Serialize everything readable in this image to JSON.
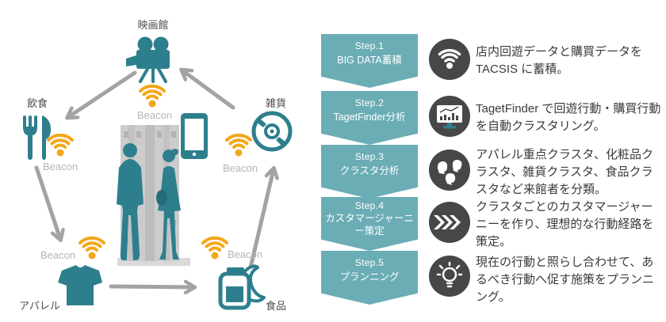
{
  "colors": {
    "teal_icon": "#2e7f8e",
    "banner_teal": "#6badb5",
    "beacon_orange": "#f3a71b",
    "icon_circle_dark": "#474747",
    "arrow_gray": "#a3a3a3",
    "beacon_text_gray": "#b5b5b5"
  },
  "diagram": {
    "nodes": [
      {
        "id": "cinema",
        "label": "映画館",
        "icon": "movie-camera-icon"
      },
      {
        "id": "dining",
        "label": "飲食",
        "icon": "fork-knife-icon"
      },
      {
        "id": "goods",
        "label": "雑貨",
        "icon": "cd-icon"
      },
      {
        "id": "apparel",
        "label": "アパレル",
        "icon": "tshirt-icon"
      },
      {
        "id": "food",
        "label": "食品",
        "icon": "jar-croissant-icon"
      }
    ],
    "beacons": [
      {
        "label": "Beacon"
      },
      {
        "label": "Beacon"
      },
      {
        "label": "Beacon"
      },
      {
        "label": "Beacon"
      },
      {
        "label": "Beacon"
      }
    ]
  },
  "steps": [
    {
      "step": "Step.1",
      "title": "BIG DATA蓄積",
      "icon": "wifi-icon",
      "desc": "店内回遊データと購買データを TACSIS に蓄積。"
    },
    {
      "step": "Step.2",
      "title": "TagetFinder分析",
      "icon": "monitor-chart-icon",
      "desc": "TagetFinder で回遊行動・購買行動を自動クラスタリング。"
    },
    {
      "step": "Step.3",
      "title": "クラスタ分析",
      "icon": "people-cluster-icon",
      "desc": "アパレル重点クラスタ、化粧品クラスタ、雑貨クラスタ、食品クラスタなど来館者を分類。"
    },
    {
      "step": "Step.4",
      "title": "カスタマージャーニー策定",
      "icon": "triple-chevron-icon",
      "desc": "クラスタごとのカスタマージャーニーを作り、理想的な行動経路を策定。"
    },
    {
      "step": "Step.5",
      "title": "プランニング",
      "icon": "lightbulb-icon",
      "desc": "現在の行動と照らし合わせて、あるべき行動へ促す施策をプランニング。"
    }
  ]
}
